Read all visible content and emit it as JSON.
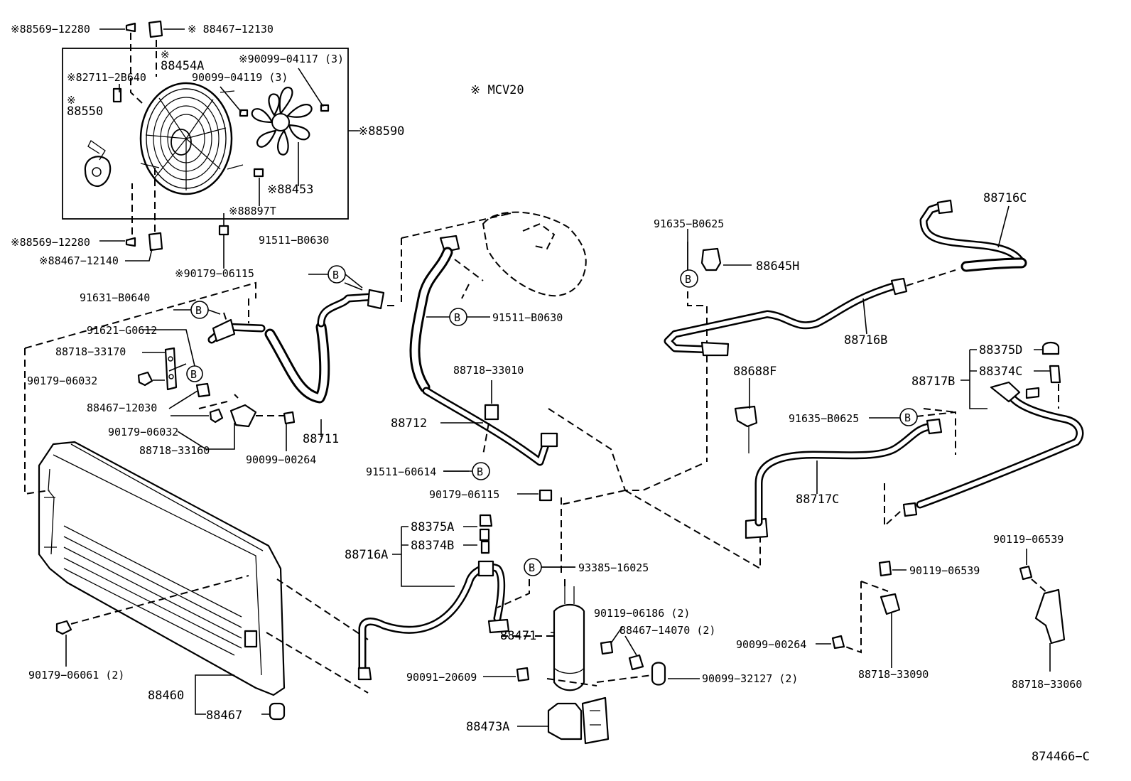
{
  "model_note": "※ MCV20",
  "figure_id": "874466−C",
  "b_marker": "B",
  "fan_assembly": {
    "labels": {
      "l88569_12280_top": "※88569−12280",
      "l88467_12130": "※ 88467−12130",
      "l88454A_mark": "※",
      "l88454A": "88454A",
      "l82711_2B640": "※82711−2B640",
      "l88550_mark": "※",
      "l88550": "88550",
      "l90099_04119": "90099−04119 (3)",
      "l90099_04117": "※90099−04117 (3)",
      "l88590": "※88590",
      "l88453": "※88453",
      "l88897T": "※88897T",
      "l88569_12280_bot": "※88569−12280",
      "l88467_12140": "※88467−12140",
      "l90179_06115_top": "※90179−06115"
    }
  },
  "condenser_area": {
    "labels": {
      "l91631_B0640": "91631−B0640",
      "l91621_G0612": "91621−G0612",
      "l88718_33170": "88718−33170",
      "l90179_06032_a": "90179−06032",
      "l88467_12030": "88467−12030",
      "l90179_06032_b": "90179−06032",
      "l88718_33160": "88718−33160",
      "l90099_00264_a": "90099−00264",
      "l88711": "88711",
      "l91511_B0630_a": "91511−B0630",
      "l90179_06061": "90179−06061 (2)",
      "l88460": "88460",
      "l88467": "88467"
    }
  },
  "center_area": {
    "labels": {
      "l91511_B0630_b": "91511−B0630",
      "l88718_33010": "88718−33010",
      "l88712": "88712",
      "l91511_60614": "91511−60614",
      "l90179_06115_b": "90179−06115",
      "l88375A": "88375A",
      "l88374B": "88374B",
      "l88716A": "88716A",
      "l93385_16025": "93385−16025",
      "l90119_06186": "90119−06186 (2)",
      "l88467_14070": "88467−14070 (2)",
      "l88471": "88471",
      "l90091_20609": "90091−20609",
      "l90099_32127": "90099−32127 (2)",
      "l88473A": "88473A"
    }
  },
  "right_area": {
    "labels": {
      "l91635_B0625_a": "91635−B0625",
      "l88645H": "88645H",
      "l88716C": "88716C",
      "l88716B": "88716B",
      "l88688F": "88688F",
      "l88375D": "88375D",
      "l88374C": "88374C",
      "l88717B": "88717B",
      "l91635_B0625_b": "91635−B0625",
      "l88717C": "88717C",
      "l90119_06539_a": "90119−06539",
      "l90119_06539_b": "90119−06539",
      "l90099_00264_b": "90099−00264",
      "l88718_33090": "88718−33090",
      "l88718_33060": "88718−33060"
    }
  }
}
